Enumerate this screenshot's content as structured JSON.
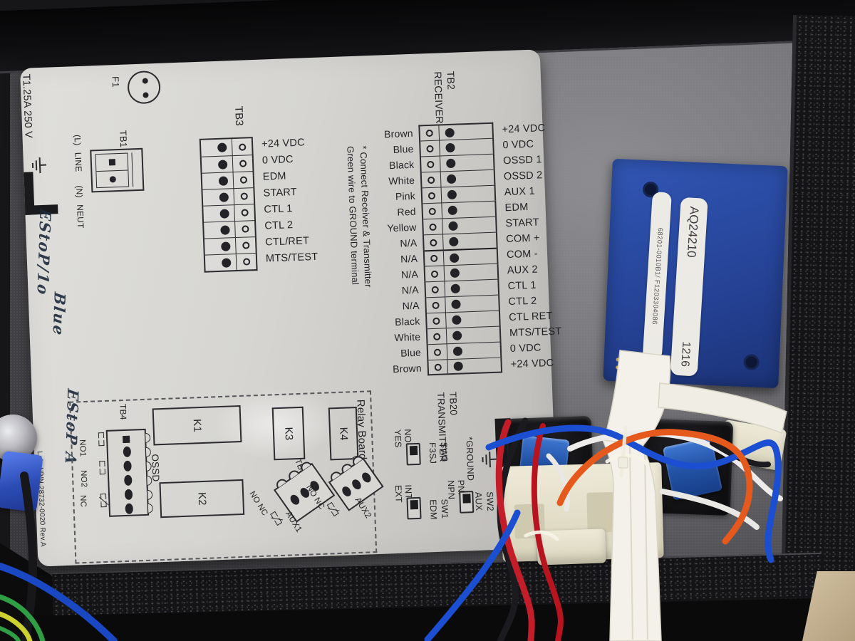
{
  "scene": {
    "kind": "photo: interior of a safety light-curtain controller enclosure with printed wiring-diagram label",
    "colors": {
      "label_bg": "#d6d5d2",
      "print": "#232327",
      "panel": "#77777b",
      "foam": "#141416",
      "pcb_blue": "#27459a",
      "floor": "#c2af8e",
      "wire_blue": "#1c4ed2",
      "wire_orange": "#e6591d",
      "wire_red": "#c41d2a",
      "wire_black": "#1b1b1f",
      "wire_white": "#edecea",
      "wire_green": "#2f9e44",
      "wire_yellow": "#cdd12f"
    }
  },
  "label": {
    "fuse_rating": "T1.25A 250 V",
    "fuse_name": "F1",
    "tb1": {
      "name": "TB1",
      "line_neut": "(L) LINE  (N) NEUT"
    },
    "tb3": {
      "name": "TB3",
      "terminals": [
        "+24 VDC",
        "0 VDC",
        "EDM",
        "START",
        "CTL 1",
        "CTL 2",
        "CTL/RET",
        "MTS/TEST"
      ]
    },
    "note_line1": "* Connect Receiver & Transmitter",
    "note_line2": "Green wire to GROUND terminal",
    "tb2": {
      "name_line1": "TB2",
      "name_line2": "RECEIVER",
      "rows": [
        {
          "wire": "Brown",
          "terminal": "+24 VDC"
        },
        {
          "wire": "Blue",
          "terminal": "0 VDC"
        },
        {
          "wire": "Black",
          "terminal": "OSSD 1"
        },
        {
          "wire": "White",
          "terminal": "OSSD 2"
        },
        {
          "wire": "Pink",
          "terminal": "AUX 1"
        },
        {
          "wire": "Red",
          "terminal": "EDM"
        },
        {
          "wire": "Yellow",
          "terminal": "START"
        },
        {
          "wire": "N/A",
          "terminal": "COM +"
        },
        {
          "wire": "N/A",
          "terminal": "COM -"
        },
        {
          "wire": "N/A",
          "terminal": "AUX 2"
        },
        {
          "wire": "N/A",
          "terminal": "CTL 1"
        },
        {
          "wire": "N/A",
          "terminal": "CTL 2"
        },
        {
          "wire": "Black",
          "terminal": "CTL RET"
        },
        {
          "wire": "White",
          "terminal": "MTS/TEST"
        },
        {
          "wire": "Blue",
          "terminal": "0 VDC"
        },
        {
          "wire": "Brown",
          "terminal": "+24 VDC"
        }
      ]
    },
    "tb20": {
      "name_line1": "TB20",
      "name_line2": "TRANSMITTER"
    },
    "relay_board": {
      "title": "Relay Board",
      "k1": "K1",
      "k2": "K2",
      "k3": "K3",
      "k4": "K4",
      "tb4": {
        "name": "TB4",
        "signal": "OSSD",
        "contacts_line1": "NO1  NO2",
        "contacts_line2": "NC"
      },
      "tb5": {
        "name": "TB5",
        "signal": "AUX1",
        "contacts": "NO NC"
      },
      "tb6": {
        "name": "TB6",
        "signal": "AUX2",
        "contacts": "NO NC"
      }
    },
    "sw3": {
      "name": "SW3",
      "func": "F3SJ",
      "positions": "NO  YES"
    },
    "sw1": {
      "name": "SW1",
      "func": "EDM",
      "positions": "INT  EXT"
    },
    "sw2": {
      "name": "SW2",
      "func": "AUX",
      "positions": "PNP  NPN"
    },
    "ground_label": "*GROUND",
    "part_number": "Label P/N 28732-0020 Rev.A",
    "handwriting": [
      "EStoP/1o",
      "Blue",
      "EStoP A"
    ]
  },
  "pcb": {
    "sticker_small": "68201-0010B1/ F1203304086",
    "sticker_big_line1": "AQ24210",
    "sticker_big_line2": "1216"
  }
}
